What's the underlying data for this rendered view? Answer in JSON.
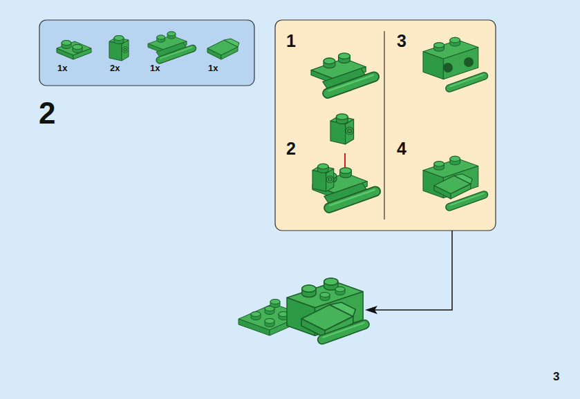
{
  "diagram": {
    "nodes": [
      {
        "text": [
          "1x",
          "2x",
          "1x",
          "1x"
        ]
      },
      {
        "text": [
          "1",
          "2",
          "3",
          "4"
        ]
      }
    ],
    "labels": [
      "2",
      "3"
    ]
  }
}
